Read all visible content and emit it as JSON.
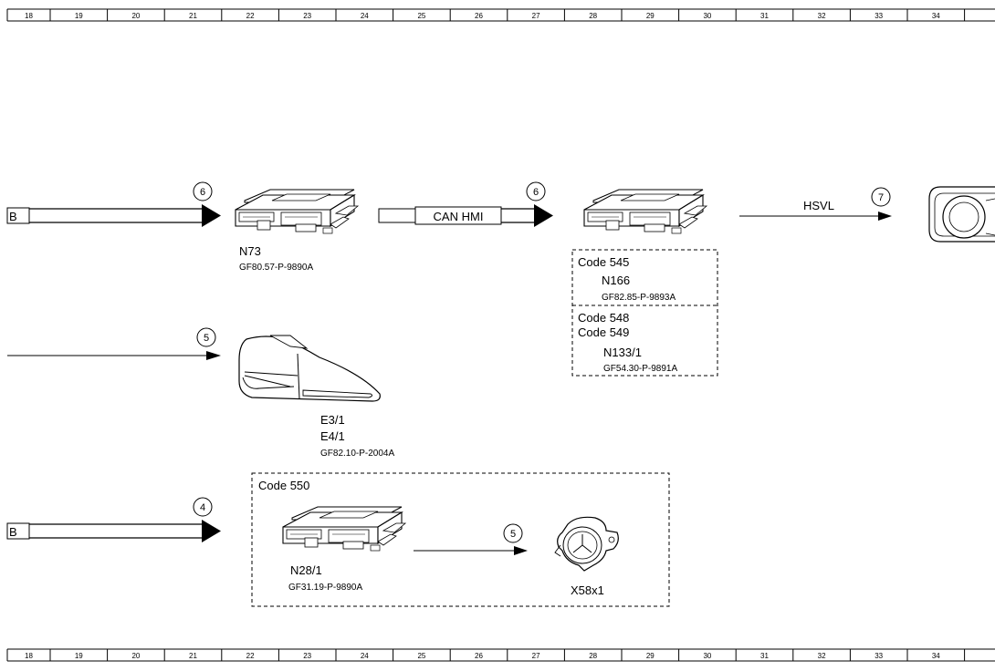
{
  "ruler": {
    "labels": [
      "18",
      "19",
      "20",
      "21",
      "22",
      "23",
      "24",
      "25",
      "26",
      "27",
      "28",
      "29",
      "30",
      "31",
      "32",
      "33",
      "34"
    ]
  },
  "connectors": {
    "top_left": "B",
    "bottom_left": "B"
  },
  "markers": {
    "m1": "6",
    "m2": "6",
    "m3": "7",
    "m4": "5",
    "m5": "4",
    "m6": "5"
  },
  "bus_labels": {
    "can_hmi": "CAN HMI",
    "hsvl": "HSVL"
  },
  "components": {
    "n73": {
      "name": "N73",
      "ref": "GF80.57-P-9890A"
    },
    "n166": {
      "code": "Code 545",
      "name": "N166",
      "ref": "GF82.85-P-9893A"
    },
    "n133": {
      "code1": "Code 548",
      "code2": "Code 549",
      "name": "N133/1",
      "ref": "GF54.30-P-9891A"
    },
    "e3": {
      "name1": "E3/1",
      "name2": "E4/1",
      "ref": "GF82.10-P-2004A"
    },
    "n28": {
      "code": "Code 550",
      "name": "N28/1",
      "ref": "GF31.19-P-9890A"
    },
    "x58": {
      "name": "X58x1"
    }
  }
}
